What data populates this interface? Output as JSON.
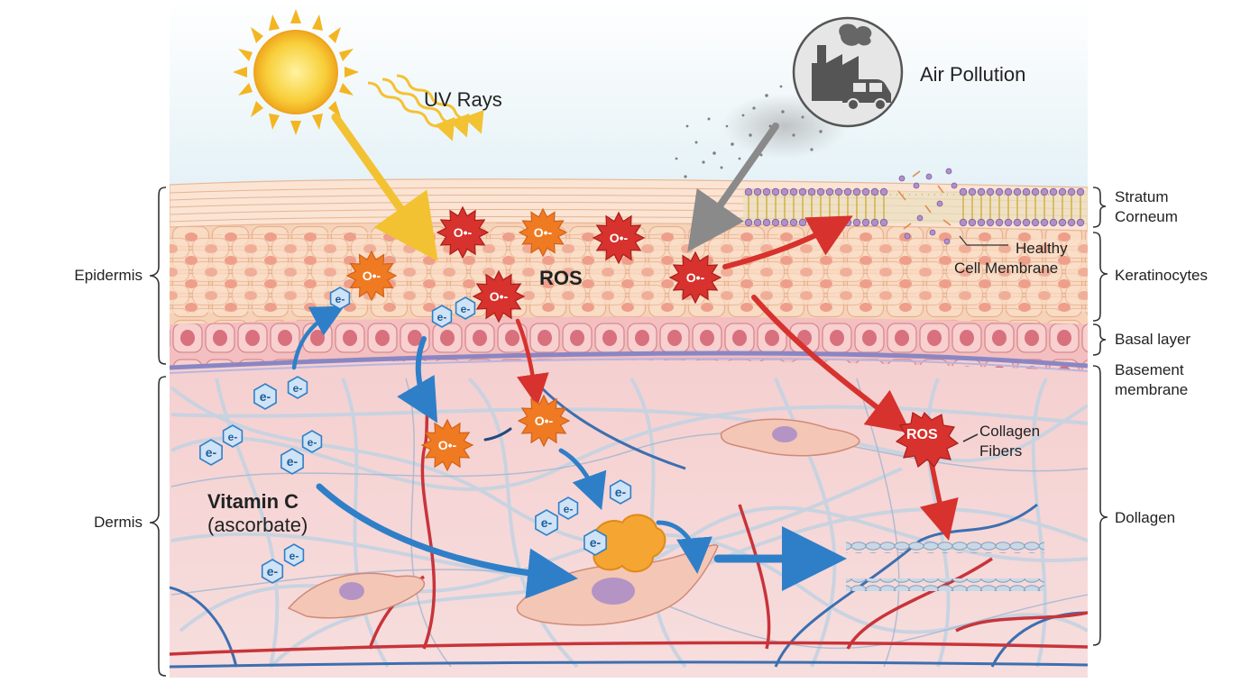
{
  "labels": {
    "uv_rays": "UV Rays",
    "air_pollution": "Air Pollution",
    "ros_main": "ROS",
    "ros_dermis": "ROS",
    "healthy_1": "Healthy",
    "healthy_2": "Cell Membrane",
    "stratum_1": "Stratum",
    "stratum_2": "Corneum",
    "keratinocytes": "Keratinocytes",
    "basal_layer": "Basal layer",
    "basement_1": "Basement",
    "basement_2": "membrane",
    "collagen_1": "Collagen",
    "collagen_2": "Fibers",
    "dollagen": "Dollagen",
    "epidermis": "Epidermis",
    "dermis": "Dermis",
    "vitamin_c": "Vitamin C",
    "ascorbate": "(ascorbate)"
  },
  "symbols": {
    "superoxide": "O•-",
    "electron": "e-"
  },
  "colors": {
    "ros_red": "#d7322d",
    "ros_orange": "#f07a22",
    "electron_blue": "#2f7fc8",
    "uv_yellow": "#f2c232",
    "pollution_gray": "#8a8a8a",
    "vessel_red": "#c8343a",
    "vessel_blue": "#3c6fb0"
  },
  "icons": {
    "sun": "sun-icon",
    "factory": "factory-icon",
    "car": "car-icon"
  }
}
